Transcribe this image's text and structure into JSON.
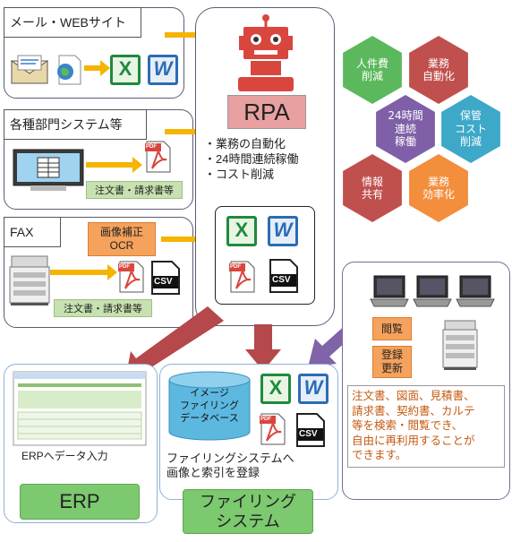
{
  "sources": {
    "mail_web_label": "メール・WEBサイト",
    "dept_system_label": "各種部門システム等",
    "fax_label": "FAX",
    "order_invoice_label_1": "注文書・請求書等",
    "order_invoice_label_2": "注文書・請求書等",
    "ocr_label": [
      "画像補正",
      "OCR"
    ]
  },
  "rpa": {
    "title": "RPA",
    "features": [
      "・業務の自動化",
      "・24時間連続稼働",
      "・コスト削減"
    ]
  },
  "benefits": [
    {
      "text": "人件費\n削減",
      "color": "#5cb85c"
    },
    {
      "text": "業務\n自動化",
      "color": "#c0504d"
    },
    {
      "text": "24時間\n連続\n稼働",
      "color": "#7f5fa8"
    },
    {
      "text": "保管\nコスト\n削減",
      "color": "#3da8c8"
    },
    {
      "text": "情報\n共有",
      "color": "#c0504d"
    },
    {
      "text": "業務\n効率化",
      "color": "#f28e3c"
    }
  ],
  "erp": {
    "caption": "ERPへデータ入力",
    "title": "ERP"
  },
  "filing": {
    "db_label": [
      "イメージ",
      "ファイリング",
      "データベース"
    ],
    "caption": [
      "ファイリングシステムへ",
      "画像と索引を登録"
    ],
    "title": [
      "ファイリング",
      "システム"
    ]
  },
  "clients": {
    "view_label": "閲覧",
    "register_label": [
      "登録",
      "更新"
    ],
    "description": [
      "注文書、図面、見積書、",
      "請求書、契約書、カルテ",
      "等を検索・閲覧でき、",
      "自由に再利用することが",
      "できます。"
    ]
  },
  "icons": {
    "excel_letter": "X",
    "word_letter": "W",
    "pdf_letter": "PDF",
    "csv_letter": "CSV"
  },
  "colors": {
    "arrow_yellow": "#f5b400",
    "arrow_red": "#b5484a",
    "arrow_purple": "#8064a8",
    "robot_red": "#d9463e",
    "rpa_banner": "#e8a0a0",
    "description_text": "#c55a11"
  }
}
